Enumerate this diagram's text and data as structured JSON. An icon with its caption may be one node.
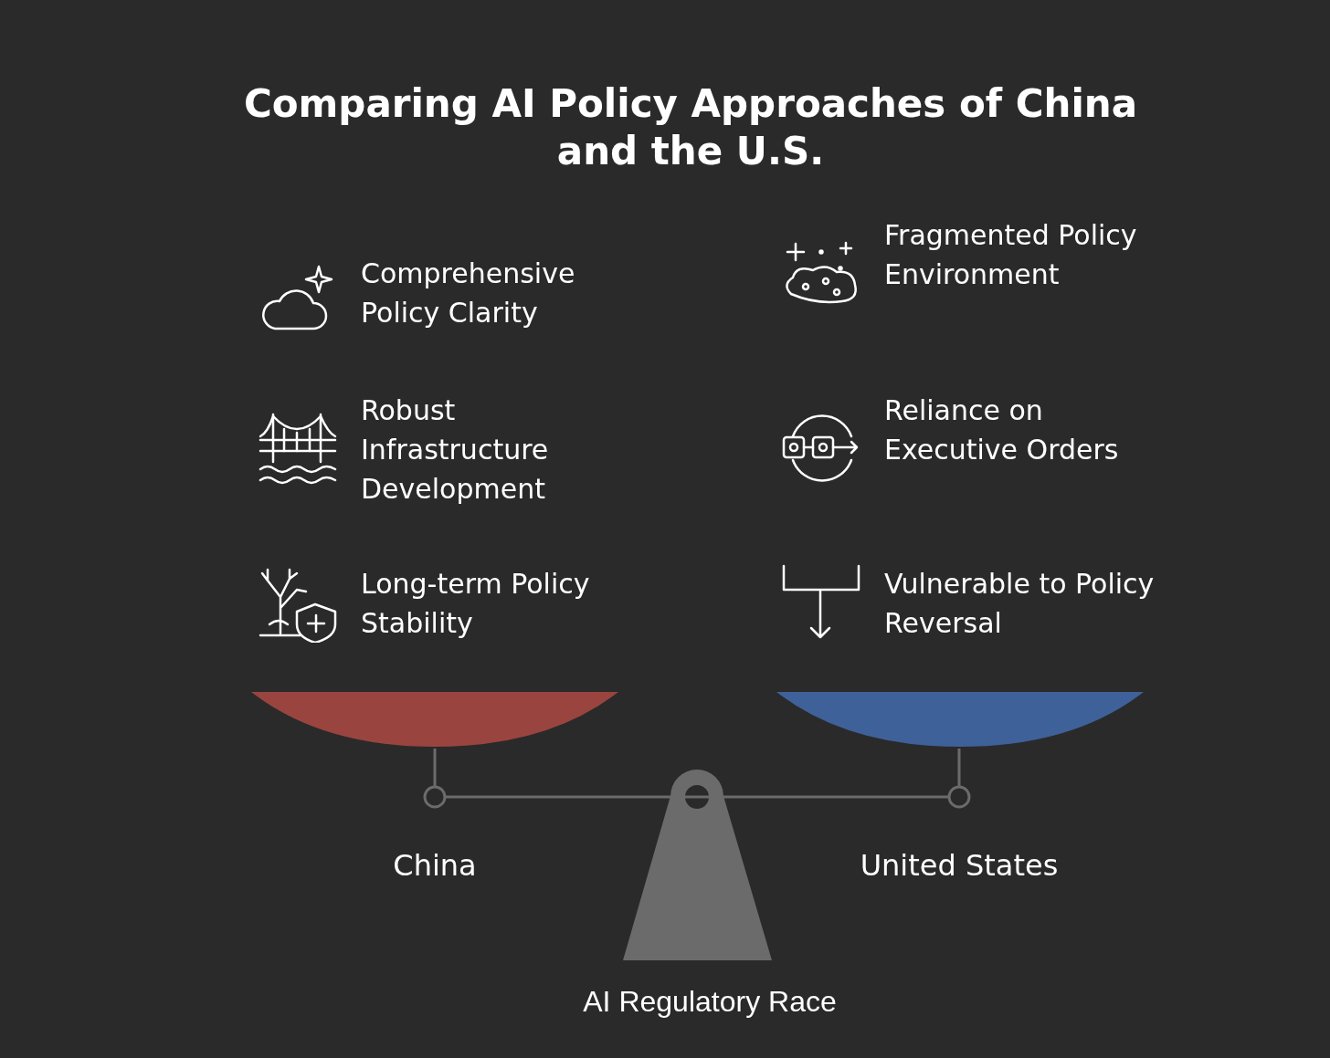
{
  "diagram": {
    "title": "Comparing AI Policy Approaches of China and the U.S.",
    "labels": [
      "Comprehensive Policy Clarity",
      "Fragmented Policy Environment",
      "Robust Infrastructure Development",
      "Reliance on Executive Orders",
      "Long-term Policy Stability",
      "Vulnerable to Policy Reversal",
      "China",
      "United States",
      "AI Regulatory Race"
    ]
  }
}
